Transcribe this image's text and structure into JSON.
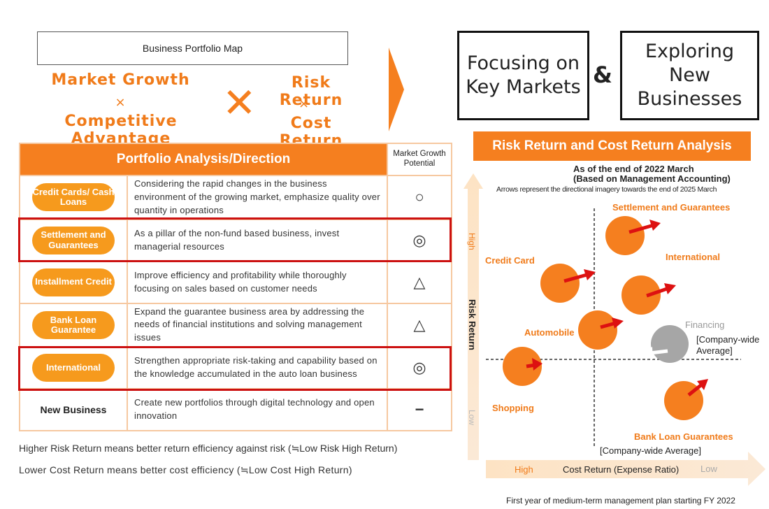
{
  "header": {
    "box_title": "Business Portfolio Map",
    "left_line1": "Market Growth",
    "left_x": "×",
    "left_line2": "Competitive Advantage",
    "big_x": "✕",
    "right_line1": "Risk Return",
    "right_x": "×",
    "right_line2": "Cost Return"
  },
  "focus": {
    "box1": "Focusing on Key Markets",
    "amp": "&",
    "box2": "Exploring New Businesses"
  },
  "table": {
    "header_main": "Portfolio Analysis/Direction",
    "header_side": "Market Growth Potential",
    "rows": [
      {
        "label": "Credit Cards/ Cash Loans",
        "desc": "Considering the rapid changes in the business environment of the growing market, emphasize quality over quantity in operations",
        "symbol": "○"
      },
      {
        "label": "Settlement and Guarantees",
        "desc": "As a pillar of the non-fund based business, invest managerial resources",
        "symbol": "◎"
      },
      {
        "label": "Installment Credit",
        "desc": "Improve efficiency and profitability while thoroughly focusing on sales based on customer needs",
        "symbol": "△"
      },
      {
        "label": "Bank Loan Guarantee",
        "desc": "Expand the guarantee business area by addressing the needs of financial institutions and solving management issues",
        "symbol": "△"
      },
      {
        "label": "International",
        "desc": "Strengthen appropriate risk-taking and capability based on the knowledge accumulated in the auto loan business",
        "symbol": "◎"
      },
      {
        "label": "New Business",
        "desc": "Create new portfolios through digital technology and open innovation",
        "symbol": "−"
      }
    ]
  },
  "notes": {
    "note1": "Higher Risk Return means better return efficiency against risk (≒Low Risk High Return)",
    "note2": "Lower Cost Return means better cost efficiency (≒Low Cost High Return)"
  },
  "analysis": {
    "title": "Risk Return and Cost Return Analysis",
    "sub1": "As of the end of 2022 March",
    "sub2": "(Based on Management Accounting)",
    "sub3": "Arrows represent the directional imagery towards the end of 2025 March",
    "y_axis": "Risk Return",
    "y_high": "High",
    "y_low": "Low",
    "x_axis": "Cost Return (Expense Ratio)",
    "x_high": "High",
    "x_low": "Low",
    "avg_right": "[Company-wide Average]",
    "avg_bottom": "[Company-wide Average]",
    "labels": {
      "settlement": "Settlement and Guarantees",
      "international": "International",
      "credit_card": "Credit Card",
      "automobile": "Automobile",
      "financing": "Financing",
      "shopping": "Shopping",
      "bank_loan": "Bank Loan Guarantees"
    },
    "colors": {
      "bubble": "#f57f1f",
      "arrow": "#dd1111",
      "financing": "#a6a6a6",
      "accent": "#f57f1f"
    }
  },
  "footer": "First year of medium-term management plan starting FY 2022"
}
